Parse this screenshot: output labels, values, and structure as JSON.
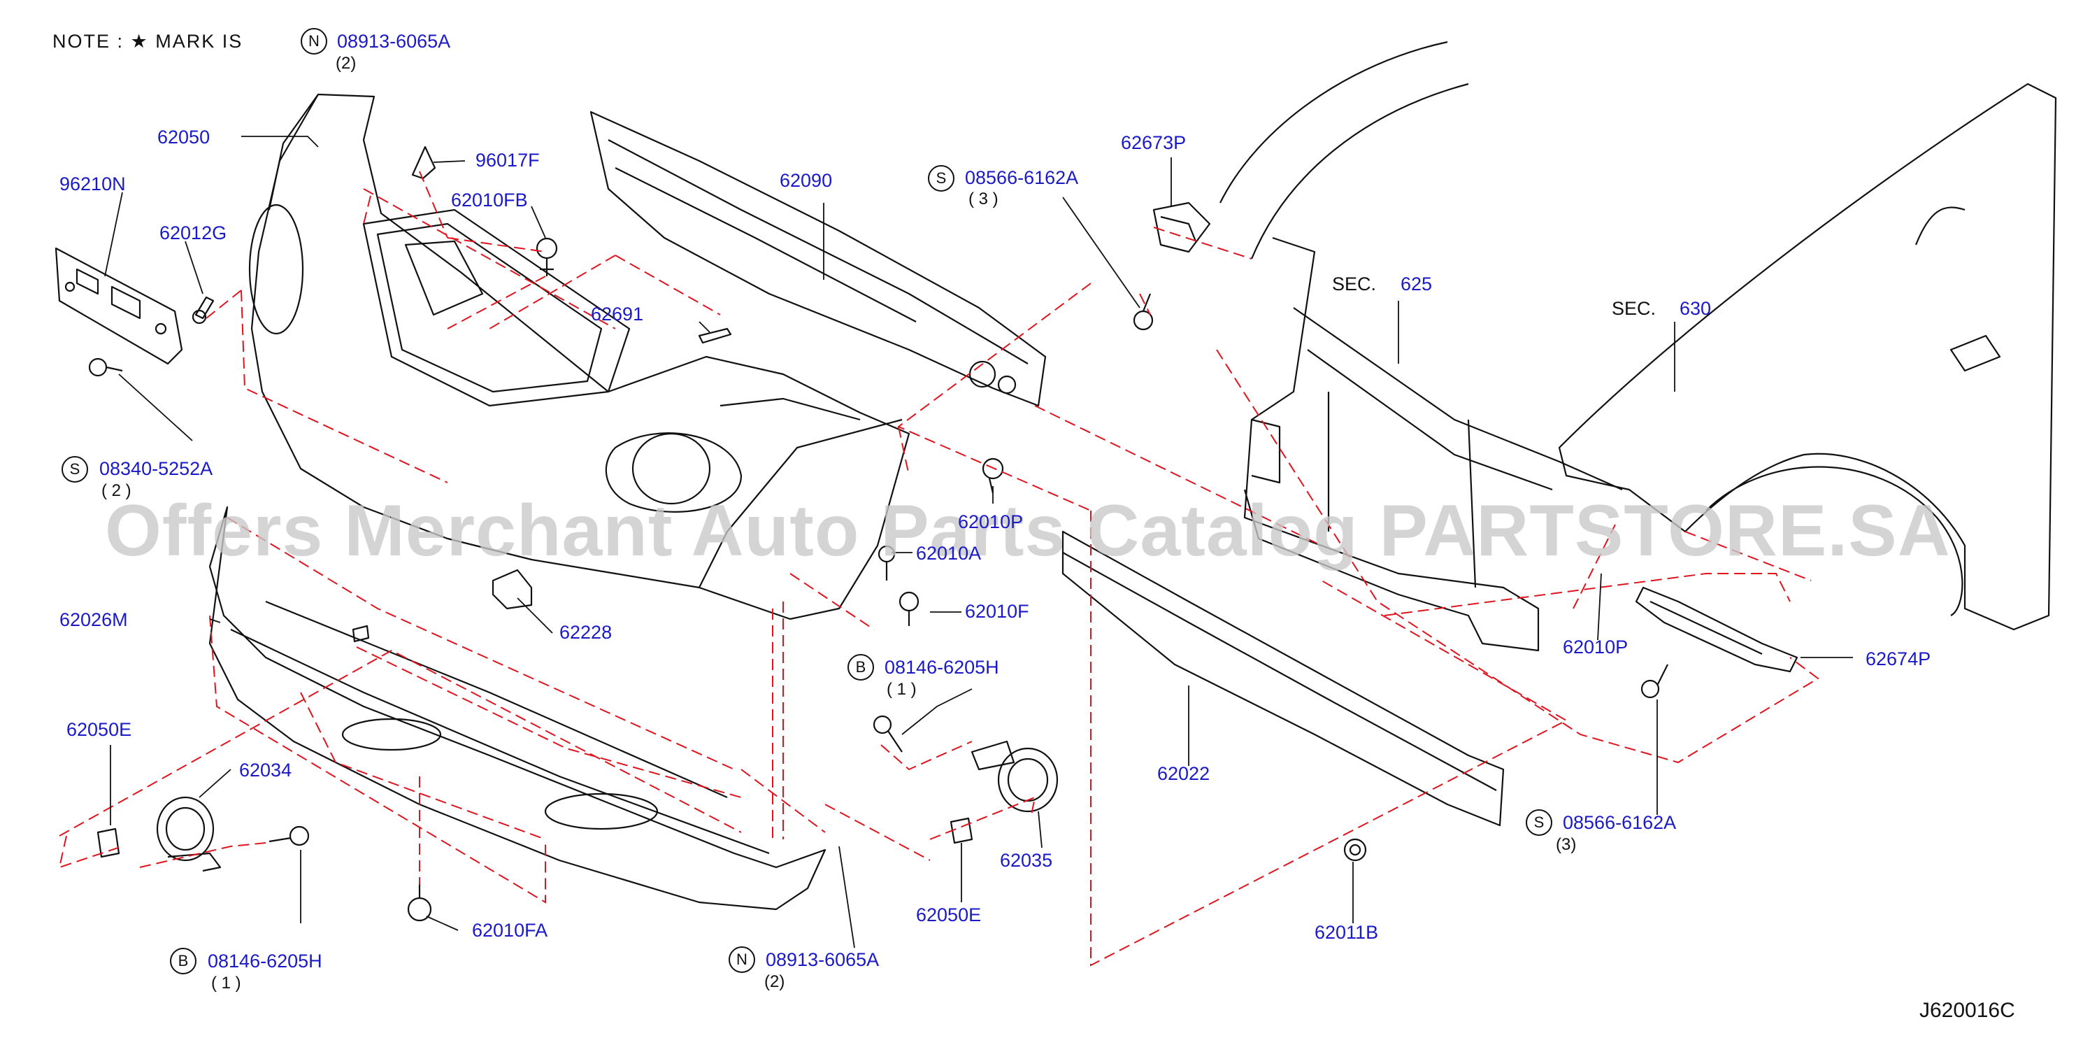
{
  "note": {
    "prefix": "NOTE  :  ★  MARK  IS",
    "circle": "N",
    "part": "08913-6065A",
    "qty": "(2)"
  },
  "watermark": "Offers Merchant Auto Parts Catalog PARTSTORE.SA",
  "diagram_code": "J620016C",
  "colors": {
    "label": "#1a1ac8",
    "dash": "#e0141e",
    "line": "#111111"
  },
  "callouts": [
    {
      "id": "62050",
      "text": "62050"
    },
    {
      "id": "96210N",
      "text": "96210N"
    },
    {
      "id": "62012G",
      "text": "62012G"
    },
    {
      "id": "96017F",
      "text": "96017F"
    },
    {
      "id": "62010FB",
      "text": "62010FB"
    },
    {
      "id": "62090",
      "text": "62090"
    },
    {
      "id": "62691",
      "text": "62691"
    },
    {
      "id": "62673P",
      "text": "62673P"
    },
    {
      "id": "08566-6162A-top",
      "circle": "S",
      "text": "08566-6162A",
      "qty": "( 3 )"
    },
    {
      "id": "08340-5252A",
      "circle": "S",
      "text": "08340-5252A",
      "qty": "( 2 )"
    },
    {
      "id": "62010P-a",
      "text": "62010P"
    },
    {
      "id": "62010A",
      "text": "62010A"
    },
    {
      "id": "62010F",
      "text": "62010F"
    },
    {
      "id": "62228",
      "text": "62228"
    },
    {
      "id": "08146-6205H-mid",
      "circle": "B",
      "text": "08146-6205H",
      "qty": "( 1 )"
    },
    {
      "id": "62026M",
      "text": "62026M"
    },
    {
      "id": "62050E-left",
      "text": "62050E"
    },
    {
      "id": "62034",
      "text": "62034"
    },
    {
      "id": "62010FA",
      "text": "62010FA"
    },
    {
      "id": "08146-6205H-bot",
      "circle": "B",
      "text": "08146-6205H",
      "qty": "( 1 )"
    },
    {
      "id": "08913-6065A-bot",
      "circle": "N",
      "text": "08913-6065A",
      "qty": "(2)"
    },
    {
      "id": "62035",
      "text": "62035"
    },
    {
      "id": "62050E-right",
      "text": "62050E"
    },
    {
      "id": "62022",
      "text": "62022"
    },
    {
      "id": "62011B",
      "text": "62011B"
    },
    {
      "id": "62010P-b",
      "text": "62010P"
    },
    {
      "id": "62674P",
      "text": "62674P"
    },
    {
      "id": "08566-6162A-right",
      "circle": "S",
      "text": "08566-6162A",
      "qty": "(3)"
    },
    {
      "id": "sec625",
      "prefix": "SEC.",
      "text": "625"
    },
    {
      "id": "sec630",
      "prefix": "SEC.",
      "text": "630"
    }
  ]
}
